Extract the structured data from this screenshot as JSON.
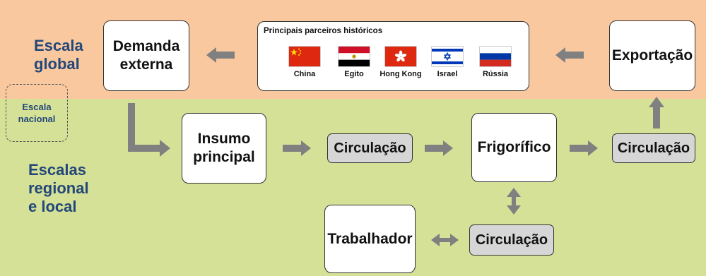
{
  "colors": {
    "global_band": "#f9c89f",
    "local_band": "#d4e196",
    "label_text": "#24477a",
    "arrow": "#808080",
    "circulation_fill": "#d6d6d6"
  },
  "scales": {
    "global": "Escala\nglobal",
    "nacional": "Escala\nnacional",
    "regional_local": "Escalas\nregional\ne local"
  },
  "nodes": {
    "demanda": "Demanda\nexterna",
    "exportacao": "Exportação",
    "insumo": "Insumo\nprincipal",
    "frigorifico": "Frigorífico",
    "trabalhador": "Trabalhador",
    "circulacao_1": "Circulação",
    "circulacao_2": "Circulação",
    "circulacao_3": "Circulação"
  },
  "partners": {
    "title": "Principais parceiros históricos",
    "countries": [
      {
        "name": "China",
        "flag_icon": "china-flag-icon"
      },
      {
        "name": "Egito",
        "flag_icon": "egypt-flag-icon"
      },
      {
        "name": "Hong Kong",
        "flag_icon": "hong-kong-flag-icon"
      },
      {
        "name": "Israel",
        "flag_icon": "israel-flag-icon"
      },
      {
        "name": "Rússia",
        "flag_icon": "russia-flag-icon"
      }
    ]
  }
}
